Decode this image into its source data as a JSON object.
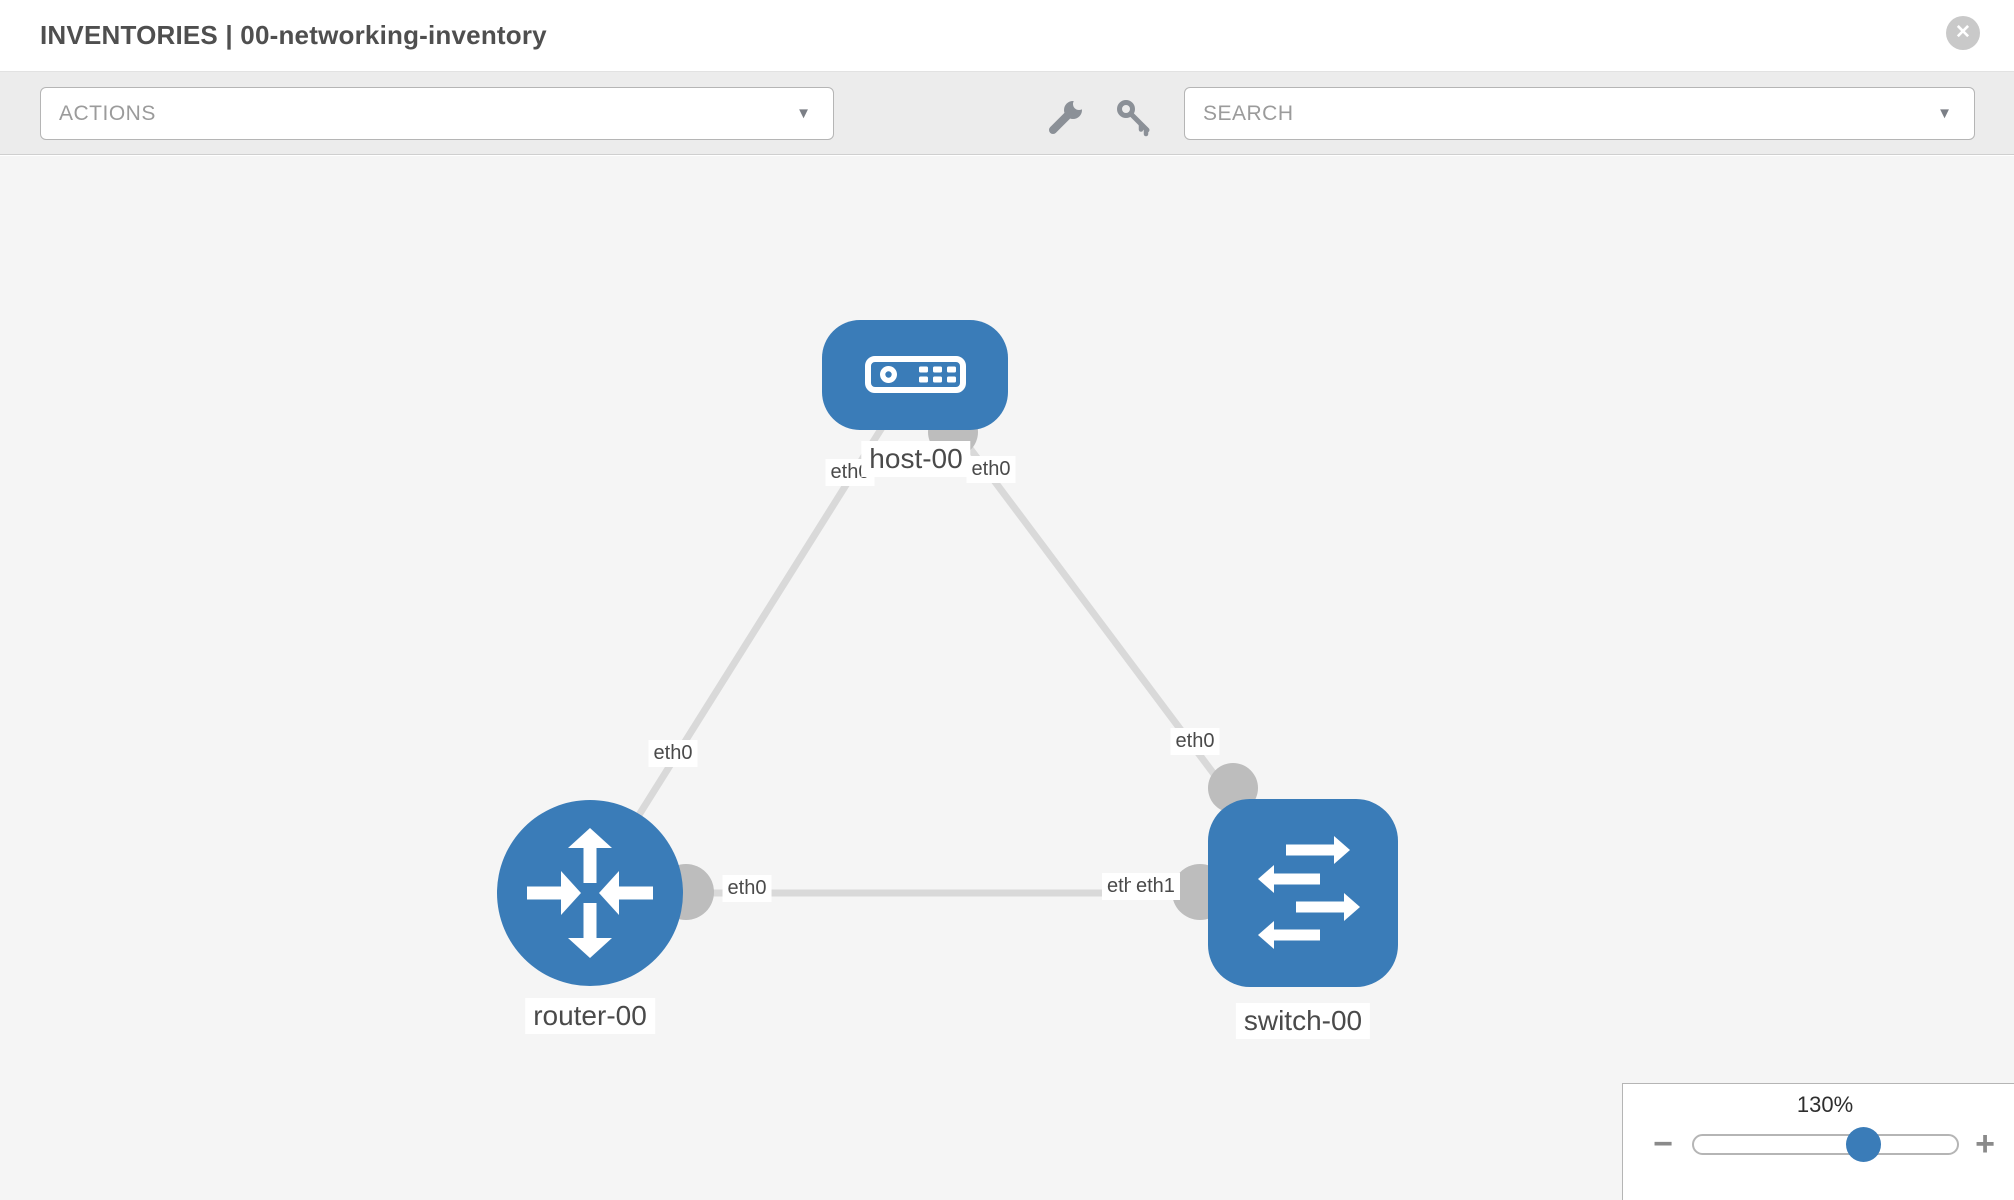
{
  "header": {
    "title": "INVENTORIES | 00-networking-inventory"
  },
  "toolbar": {
    "actions_label": "ACTIONS",
    "search_label": "SEARCH",
    "caret_glyph": "▼"
  },
  "icons": {
    "close_glyph": "✕"
  },
  "topology": {
    "nodes": [
      {
        "id": "host-00",
        "type": "host"
      },
      {
        "id": "router-00",
        "type": "router"
      },
      {
        "id": "switch-00",
        "type": "switch"
      }
    ],
    "links": [
      {
        "source": "host-00",
        "source_if": "eth0",
        "target": "router-00",
        "target_if": "eth0"
      },
      {
        "source": "host-00",
        "source_if": "eth0",
        "target": "switch-00",
        "target_if": "eth0"
      },
      {
        "source": "router-00",
        "source_if": "eth0",
        "target": "switch-00",
        "target_if": "eth1"
      }
    ]
  },
  "zoom_control": {
    "level": "130%",
    "minus_glyph": "−",
    "plus_glyph": "+"
  },
  "colors": {
    "node_blue": "#3a7cb8",
    "port_gray": "#bdbdbd",
    "link_gray": "#d9d9d9"
  }
}
